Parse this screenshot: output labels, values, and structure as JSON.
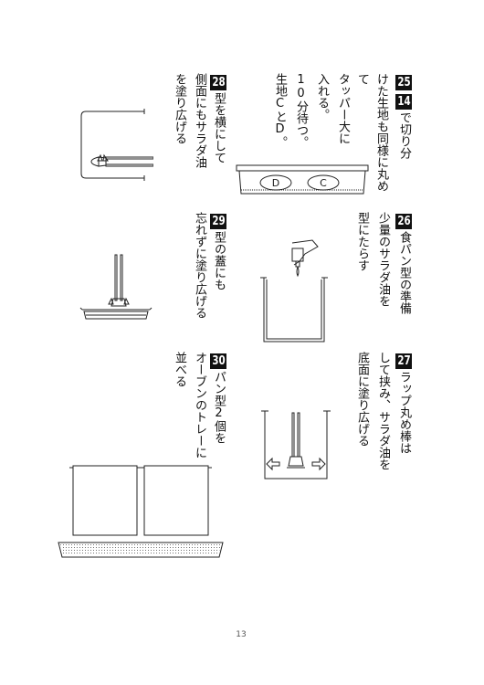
{
  "steps": {
    "s25": {
      "num": "25",
      "ref": "14",
      "text1": "で切り分",
      "text2": "けた生地も同様に丸め",
      "text3": "て",
      "text4": "タッパー大に",
      "text5": "入れる。",
      "text6": "10分待つ。",
      "text7": "生地CとD。"
    },
    "s26": {
      "num": "26",
      "line1": "食パン型の準備",
      "line2": "少量のサラダ油を",
      "line3": "型にたらす"
    },
    "s27": {
      "num": "27",
      "line1": "ラップ丸め棒は",
      "line2": "して挟み、サラダ油を",
      "line3": "底面に塗り広げる"
    },
    "s28": {
      "num": "28",
      "line1": "型を横にして",
      "line2": "側面にもサラダ油",
      "line3": "を塗り広げる"
    },
    "s29": {
      "num": "29",
      "line1": "型の蓋にも",
      "line2": "忘れずに塗り広げる"
    },
    "s30": {
      "num": "30",
      "line1": "パン型2個を",
      "line2": "オーブンのトレーに",
      "line3": "並べる"
    }
  },
  "labels": {
    "dough_d": "D",
    "dough_c": "C"
  },
  "page_number": "13"
}
